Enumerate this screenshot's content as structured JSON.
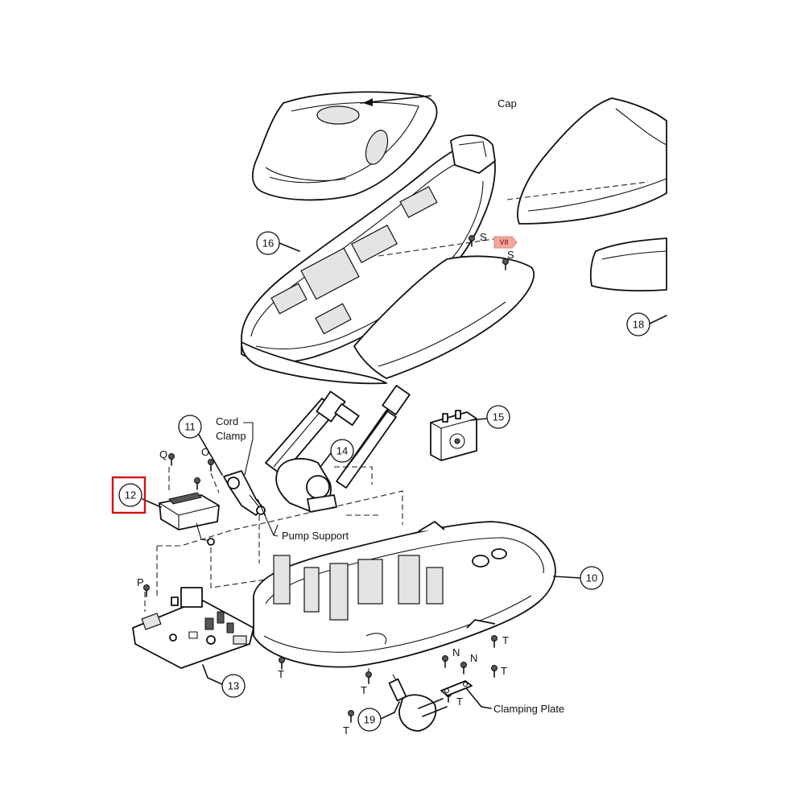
{
  "callouts": {
    "c10": "10",
    "c11": "11",
    "c12": "12",
    "c13": "13",
    "c14": "14",
    "c15": "15",
    "c16": "16",
    "c18": "18",
    "c19": "19"
  },
  "labels": {
    "cap": "Cap",
    "cord_clamp_1": "Cord",
    "cord_clamp_2": "Clamp",
    "pump_support": "Pump Support",
    "clamping_plate": "Clamping Plate",
    "badge": "V8"
  },
  "screws": {
    "s1": "S",
    "s2": "S",
    "q": "Q",
    "o": "O",
    "p": "P",
    "t1": "T",
    "t2": "T",
    "t3": "T",
    "t4": "T",
    "t5": "T",
    "t6": "T",
    "n1": "N",
    "n2": "N"
  },
  "highlight_color": "#d31016"
}
